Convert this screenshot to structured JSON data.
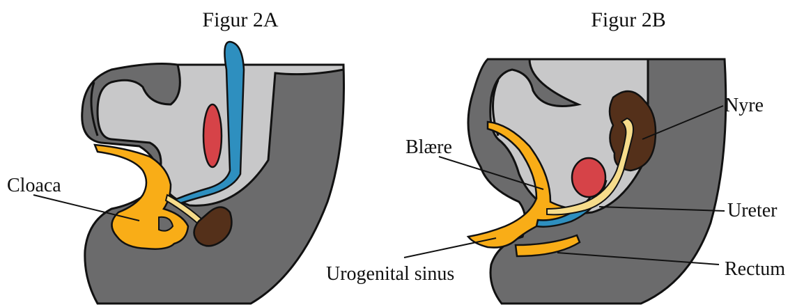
{
  "figures": {
    "a": {
      "title": "Figur 2A",
      "labels": {
        "cloaca": "Cloaca"
      }
    },
    "b": {
      "title": "Figur 2B",
      "labels": {
        "nyre": "Nyre",
        "blaere": "Blære",
        "ureter": "Ureter",
        "urogenital_sinus": "Urogenital sinus",
        "rectum": "Rectum"
      }
    }
  },
  "colors": {
    "body_dark": "#6b6b6c",
    "body_light": "#c8c8c9",
    "outline": "#111111",
    "cloaca_yellow": "#f9ad17",
    "duct_pale": "#f6dc8b",
    "duct_blue": "#2e8fbf",
    "gonad_red": "#d64348",
    "kidney_brown": "#54301a"
  }
}
